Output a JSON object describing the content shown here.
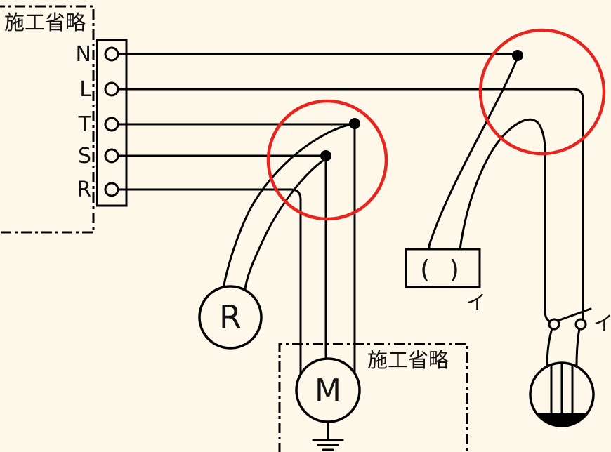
{
  "colors": {
    "background": "#FDF8E9",
    "wire": "#000000",
    "highlight_red": "#E8241F"
  },
  "source_box_top": {
    "label": "施工省略"
  },
  "terminal_block": {
    "terminals": [
      {
        "label": "N"
      },
      {
        "label": "L"
      },
      {
        "label": "T"
      },
      {
        "label": "S"
      },
      {
        "label": "R"
      }
    ]
  },
  "lamp_receptacle": {
    "label": "R"
  },
  "motor": {
    "label": "M"
  },
  "motor_box": {
    "label": "施工省略"
  },
  "box_device": {
    "label": "( )",
    "circuit_label": "イ"
  },
  "switch": {
    "circuit_label": "イ"
  }
}
